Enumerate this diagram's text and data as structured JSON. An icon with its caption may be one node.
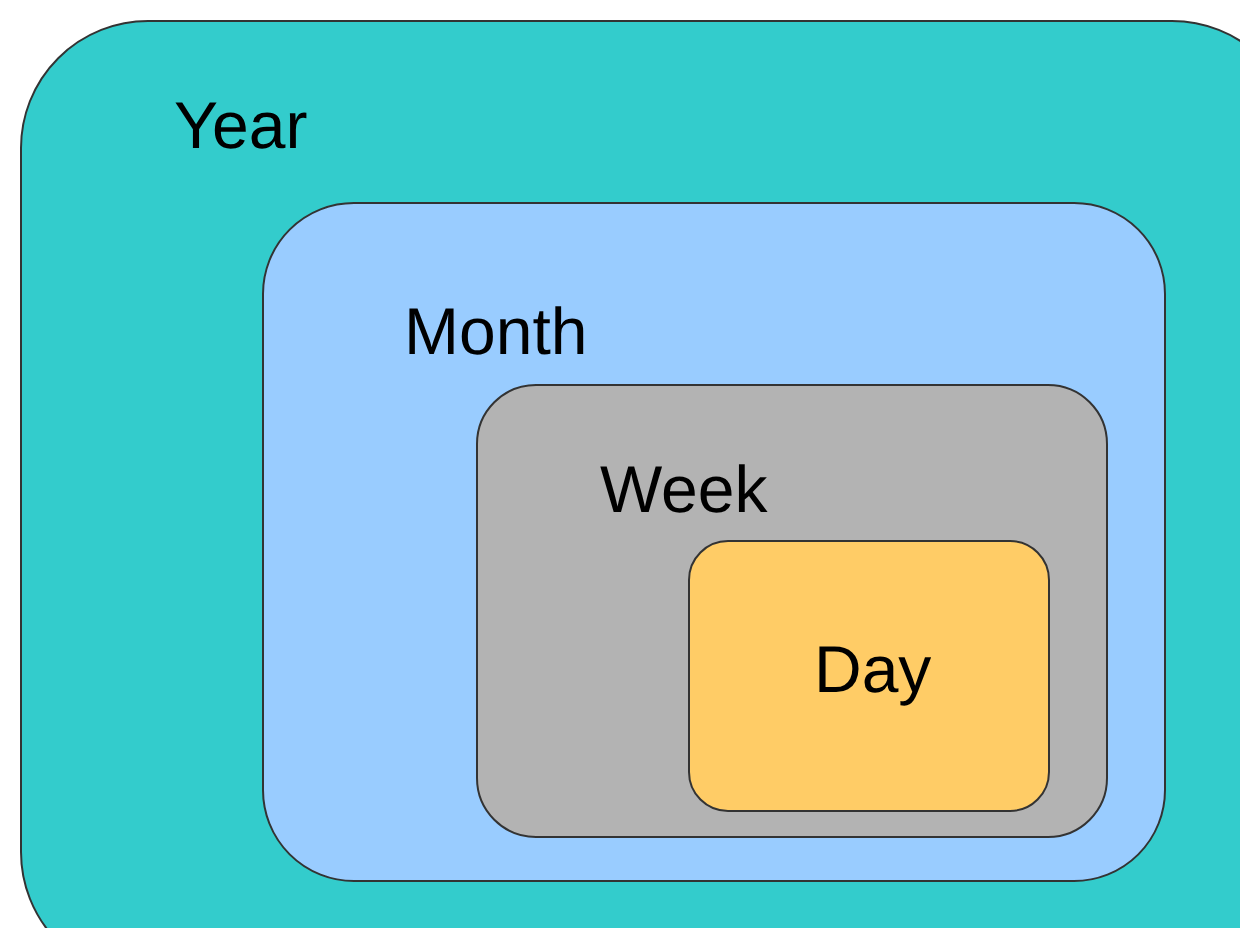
{
  "diagram": {
    "nodes": [
      {
        "text": [
          "Year"
        ]
      },
      {
        "text": [
          "Month"
        ],
        "in": 0
      },
      {
        "text": [
          "Week"
        ],
        "in": 1
      },
      {
        "text": [
          "Day"
        ],
        "in": 2
      }
    ]
  }
}
